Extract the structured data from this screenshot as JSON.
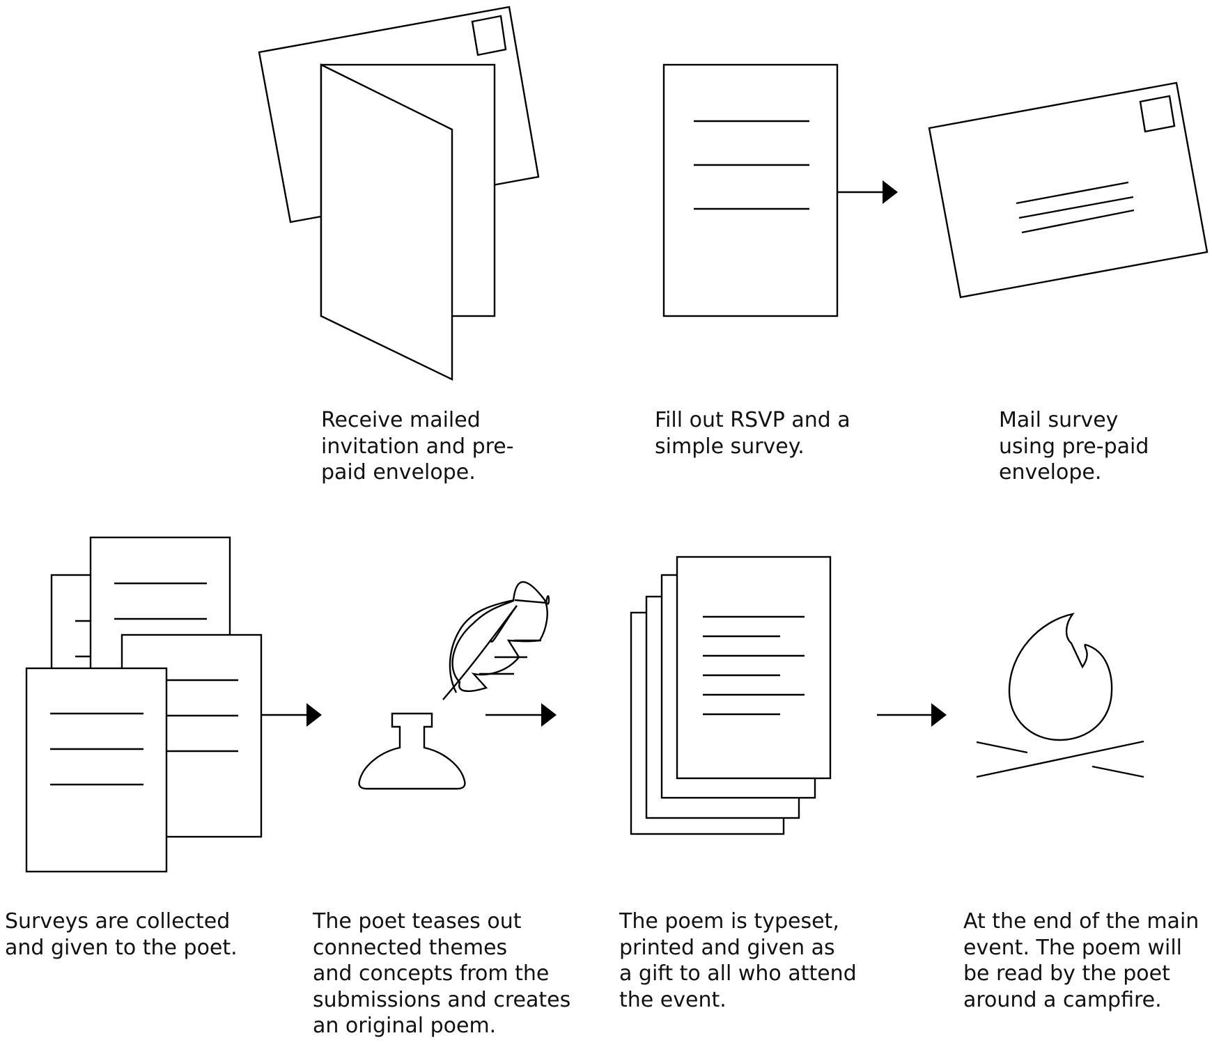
{
  "colors": {
    "line": "#000000",
    "text": "#111111",
    "background": "#ffffff"
  },
  "steps": [
    {
      "icon": "folded-invitation-and-envelope",
      "caption": "Receive mailed\ninvitation and pre-\npaid envelope."
    },
    {
      "icon": "survey-sheet",
      "caption": "Fill out RSVP and a\nsimple survey."
    },
    {
      "icon": "stamped-envelope",
      "caption": "Mail survey\nusing pre-paid\nenvelope."
    },
    {
      "icon": "collected-papers",
      "caption": "Surveys are collected\nand given to the poet."
    },
    {
      "icon": "quill-and-inkwell",
      "caption": "The poet teases out\nconnected themes\nand  concepts from the\nsubmissions and creates\nan original poem."
    },
    {
      "icon": "stacked-printed-pages",
      "caption": "The poem is typeset,\nprinted and given as\na gift to all who attend\nthe event."
    },
    {
      "icon": "campfire",
      "caption": "At the end of the main\nevent. The poem will\nbe read by the poet\naround a campfire."
    }
  ]
}
